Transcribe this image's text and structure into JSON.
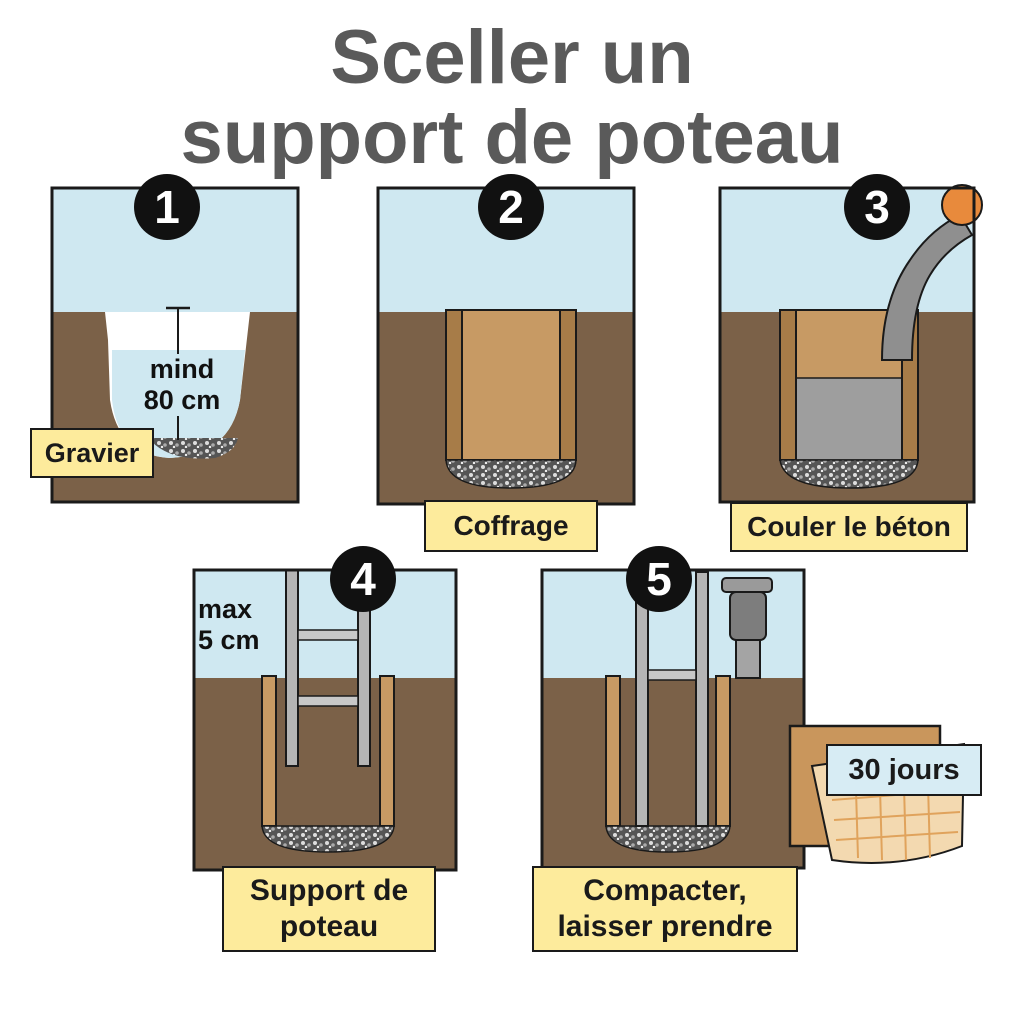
{
  "title": {
    "line1": "Sceller un",
    "line2": "support de poteau"
  },
  "steps": [
    {
      "number": "1",
      "label": "Gravier",
      "depth_text_line1": "mind",
      "depth_text_line2": "80 cm"
    },
    {
      "number": "2",
      "label": "Coffrage"
    },
    {
      "number": "3",
      "label": "Couler le béton"
    },
    {
      "number": "4",
      "label": "Support de poteau",
      "label_line1": "Support de",
      "label_line2": "poteau",
      "height_text_line1": "max",
      "height_text_line2": "5 cm"
    },
    {
      "number": "5",
      "label_line1": "Compacter,",
      "label_line2": "laisser prendre",
      "calendar_text": "30 jours"
    }
  ],
  "icons": [
    "tamper-icon",
    "concrete-hose-icon",
    "calendar-icon",
    "post-support-icon",
    "gravel-icon"
  ],
  "colors": {
    "sky": "#cfe8f1",
    "soil": "#7b6148",
    "formwork": "#c79a64",
    "concrete": "#9e9e9e",
    "label": "#fdeb9c",
    "title": "#5a5a5a"
  }
}
